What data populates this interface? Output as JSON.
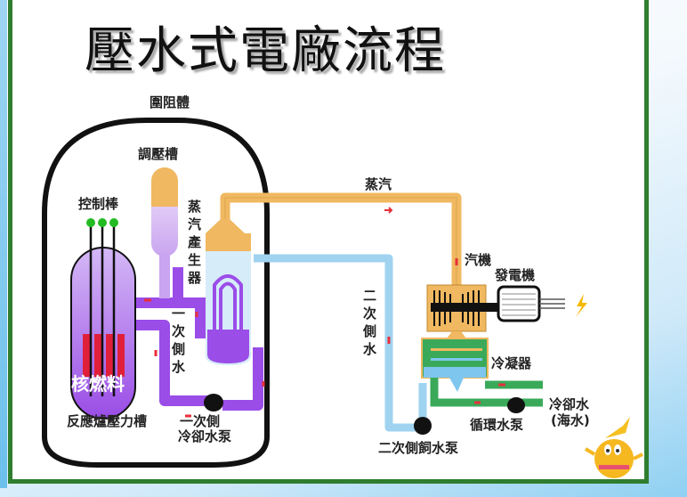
{
  "title": "壓水式電廠流程",
  "labels": {
    "containment": "圍阻體",
    "pressurizer": "調壓槽",
    "control_rods": "控制棒",
    "steam_generator": [
      "蒸",
      "汽",
      "產",
      "生",
      "器"
    ],
    "primary_water": [
      "一",
      "次",
      "側",
      "水"
    ],
    "nuclear_fuel": "核燃料",
    "reactor_vessel": "反應爐壓力槽",
    "primary_pump_line1": "一次側",
    "primary_pump_line2": "冷卻水泵",
    "steam": "蒸汽",
    "secondary_water": [
      "二",
      "次",
      "側",
      "水"
    ],
    "turbine": "汽機",
    "generator": "發電機",
    "condenser": "冷凝器",
    "cooling_water_line1": "冷卻水",
    "cooling_water_line2": "(海水)",
    "circulation_pump": "循環水泵",
    "secondary_pump": "二次側飼水泵"
  },
  "colors": {
    "primary_loop": "#9b4de8",
    "steam": "#f0b860",
    "secondary_water": "#9fd3f0",
    "cooling_water": "#3aaa5a",
    "flow_arrow": "#e8303a",
    "frame": "#2f7d2f",
    "control_rod_tip": "#22bb22",
    "fuel_rod": "#e0203a"
  }
}
